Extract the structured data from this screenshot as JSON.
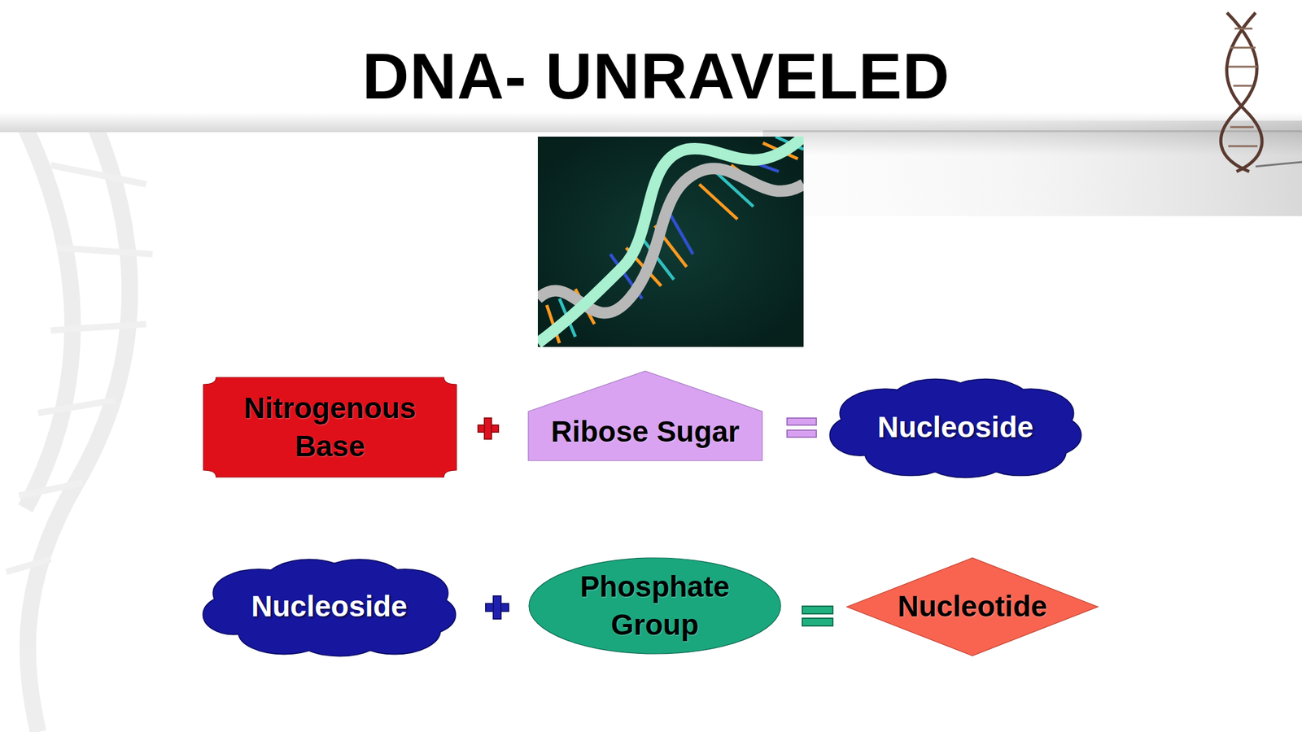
{
  "diagram": {
    "title": "DNA- UNRAVELED",
    "nodes": [
      {
        "text": [
          "Nitrogenous Base"
        ]
      },
      {
        "text": [
          "Ribose Sugar"
        ]
      },
      {
        "text": [
          "Nucleoside"
        ]
      },
      {
        "text": [
          "Nucleoside"
        ]
      },
      {
        "text": [
          "Phosphate Group"
        ]
      },
      {
        "text": [
          "Nucleotide"
        ]
      }
    ]
  }
}
